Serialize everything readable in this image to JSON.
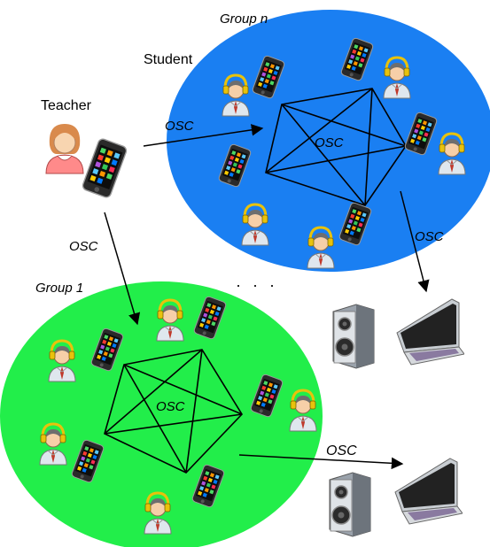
{
  "labels": {
    "group_n": "Group n",
    "group_1": "Group 1",
    "student": "Student",
    "teacher": "Teacher",
    "osc_teacher_to_group_n": "OSC",
    "osc_teacher_to_group_1": "OSC",
    "osc_mesh_group_n": "OSC",
    "osc_mesh_group_1": "OSC",
    "osc_group_n_to_computer": "OSC",
    "osc_group_1_to_computer": "OSC",
    "ellipsis": "· · ·"
  },
  "colors": {
    "group_n_fill": "#1a7ff2",
    "group_1_fill": "#22ee4a",
    "phone_body": "#2a2a2a",
    "headphones": "#e8c20c",
    "laptop_screen": "#222222",
    "laptop_keyboard": "#8a7aa0"
  },
  "icons": {
    "teacher": "teacher-person-icon",
    "student": "student-with-headphones-icon",
    "phone": "smartphone-icon",
    "speaker": "speaker-icon",
    "laptop": "laptop-icon"
  }
}
